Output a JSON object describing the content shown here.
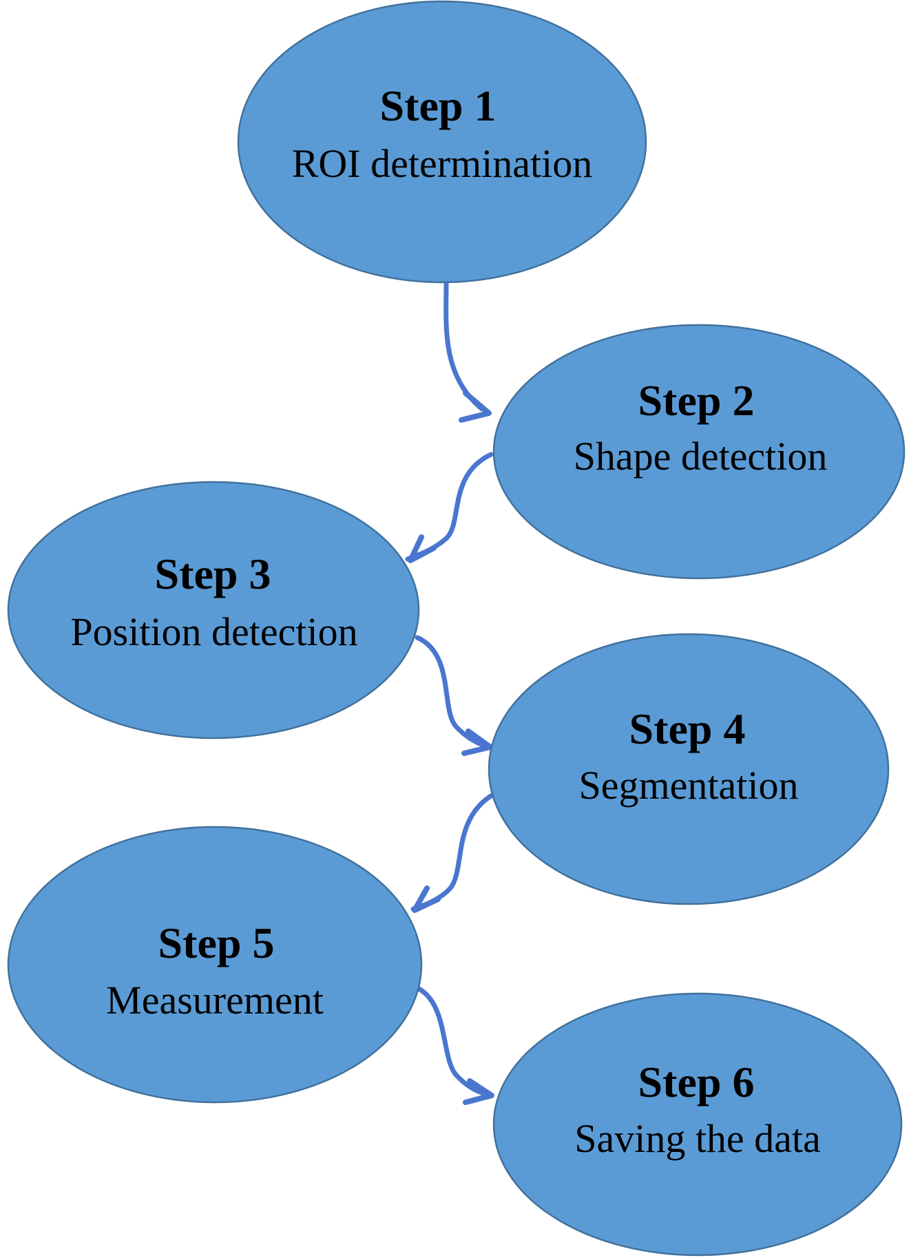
{
  "steps": [
    {
      "title": "Step 1",
      "description": "ROI determination"
    },
    {
      "title": "Step 2",
      "description": "Shape detection"
    },
    {
      "title": "Step 3",
      "description": "Position detection"
    },
    {
      "title": "Step 4",
      "description": "Segmentation"
    },
    {
      "title": "Step 5",
      "description": "Measurement"
    },
    {
      "title": "Step 6",
      "description": "Saving the data"
    }
  ],
  "connections": [
    {
      "from": "Step 1",
      "to": "Step 2"
    },
    {
      "from": "Step 2",
      "to": "Step 3"
    },
    {
      "from": "Step 3",
      "to": "Step 4"
    },
    {
      "from": "Step 4",
      "to": "Step 5"
    },
    {
      "from": "Step 5",
      "to": "Step 6"
    }
  ],
  "colors": {
    "node_fill": "#5b9bd5",
    "node_stroke": "#41719c",
    "arrow": "#4a76cf",
    "text": "#000000"
  }
}
